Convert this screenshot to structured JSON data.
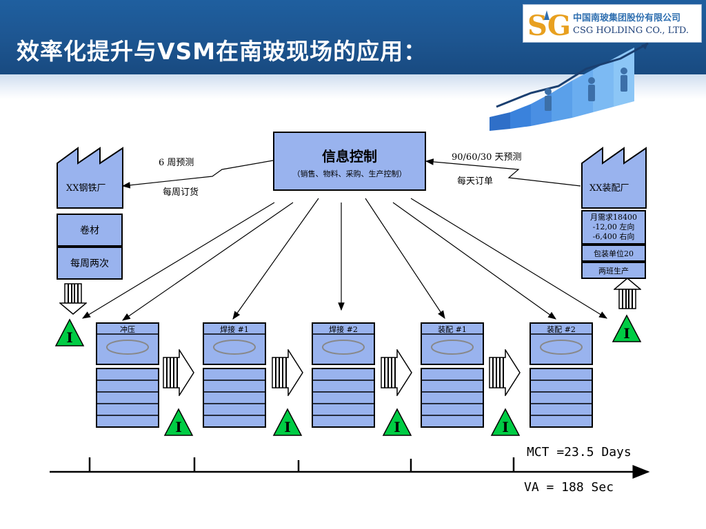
{
  "header": {
    "title": "效率化提升与VSM在南玻现场的应用：",
    "logo_cn": "中国南玻集团股份有限公司",
    "logo_en": "CSG HOLDING CO., LTD.",
    "logo_letters": "SG"
  },
  "info_control": {
    "title": "信息控制",
    "subtitle": "（销售、物料、采购、生产控制）"
  },
  "supplier": {
    "name": "XX钢铁厂",
    "material": "卷材",
    "frequency": "每周两次",
    "forecast": "6 周预测",
    "order": "每周订货"
  },
  "customer": {
    "name": "XX装配厂",
    "demand_lines": [
      "月需求18400",
      "-12,00 左向",
      "-6,400 右向"
    ],
    "packaging": "包装单位20",
    "shifts": "两班生产",
    "forecast": "90/60/30 天预测",
    "order": "每天订单"
  },
  "processes": [
    {
      "label": "冲压"
    },
    {
      "label": "焊接 #1"
    },
    {
      "label": "焊接 #2"
    },
    {
      "label": "装配 #1"
    },
    {
      "label": "装配 #2"
    }
  ],
  "inventory_label": "I",
  "timeline": {
    "mct": "MCT =23.5 Days",
    "va": "VA = 188 Sec"
  },
  "colors": {
    "box_fill": "#99b3ee",
    "inventory_green": "#00cc44",
    "header_blue": "#1d5590"
  }
}
